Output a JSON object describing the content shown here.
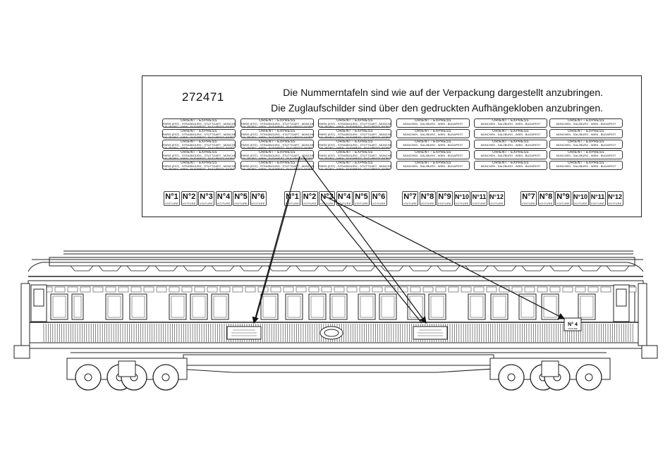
{
  "sheet": {
    "part_number": "272471",
    "instruction_line1": "Die Nummerntafeln sind wie auf der Verpackung dargestellt anzubringen.",
    "instruction_line2": "Die Zuglaufschilder sind über den gedruckten Aufhängekloben anzubringen."
  },
  "route_signs": {
    "header": "ORIENT - EXPRESS",
    "route_a": "PARIS (EST) - STRASBOURG - STUTTGART - MÜNCHEN",
    "route_b": "SALZBURG - WIEN - BUDAPEST - BUCURESTI (NORD)",
    "route_c": "MÜNCHEN - SALZBURG - WIEN - BUDAPEST"
  },
  "number_plates": {
    "prefix": "N°",
    "voiture": "VOITURE",
    "numbers": [
      "1",
      "2",
      "3",
      "4",
      "5",
      "6",
      "1",
      "2",
      "3",
      "4",
      "5",
      "6",
      "7",
      "8",
      "9",
      "10",
      "11",
      "12",
      "7",
      "8",
      "9",
      "10",
      "11",
      "12"
    ]
  },
  "car": {
    "side_plate_number": "N° 4",
    "side_plate_voiture": "VOITURE"
  }
}
